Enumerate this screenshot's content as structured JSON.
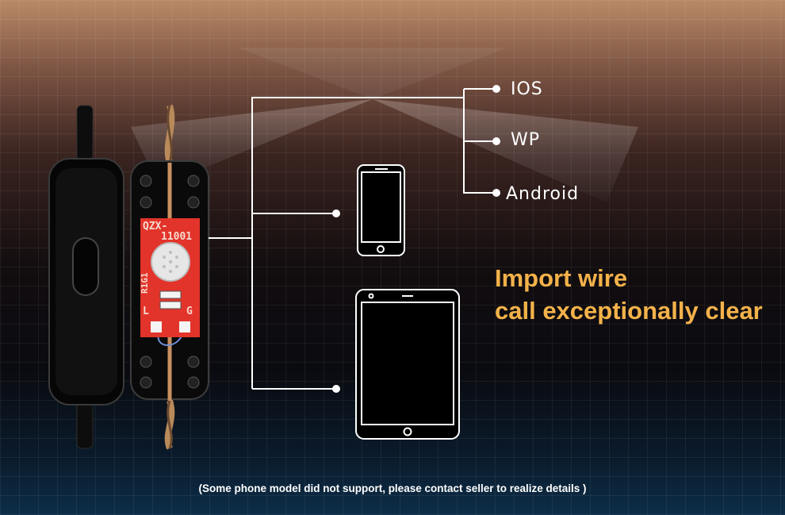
{
  "platforms": {
    "ios": "IOS",
    "wp": "WP",
    "android": "Android"
  },
  "headline": {
    "line1": "Import wire",
    "line2": "call exceptionally clear"
  },
  "footnote": "(Some phone model did not support, please contact seller to realize details )",
  "pcb": {
    "model_line1": "QZX-",
    "model_line2": "11001",
    "ref": "R1G1",
    "left": "L",
    "ground": "G"
  },
  "colors": {
    "accent": "#f4b24a",
    "pcb": "#e2342a",
    "line": "#ffffff"
  },
  "icons": [
    "phone-icon",
    "tablet-icon",
    "microphone-icon"
  ]
}
